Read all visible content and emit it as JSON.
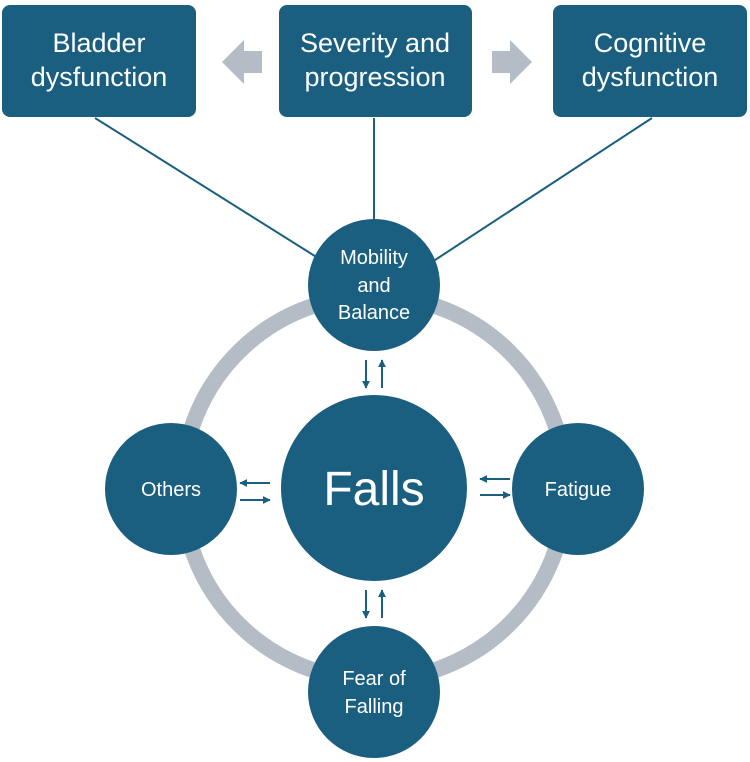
{
  "colors": {
    "primary": "#1a5f80",
    "ring": "#b4bcc6",
    "arrow": "#1a5f80",
    "background": "#ffffff"
  },
  "boxes": {
    "bladder": [
      "Bladder",
      "dysfunction"
    ],
    "severity": [
      "Severity and",
      "progression"
    ],
    "cognitive": [
      "Cognitive",
      "dysfunction"
    ]
  },
  "nodes": {
    "center": "Falls",
    "top": [
      "Mobility",
      "and",
      "Balance"
    ],
    "left": "Others",
    "right": "Fatigue",
    "bottom": [
      "Fear of",
      "Falling"
    ]
  }
}
